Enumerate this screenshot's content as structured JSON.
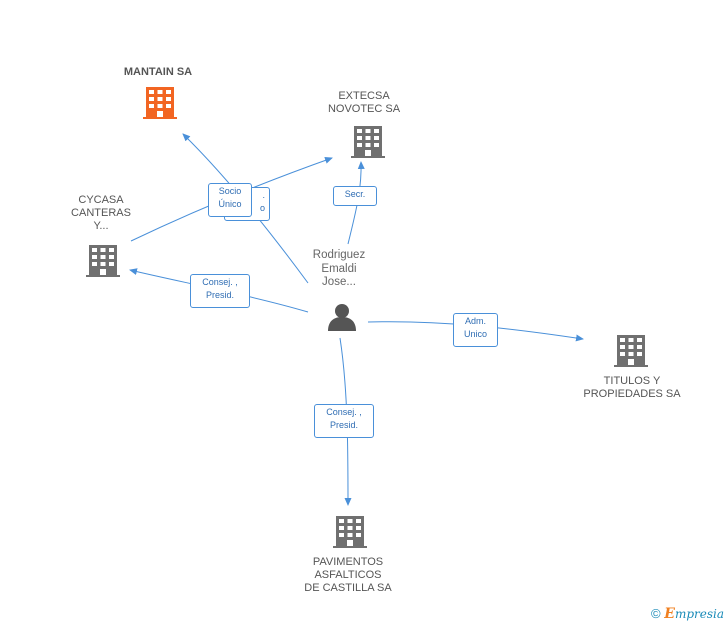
{
  "colors": {
    "edge": "#4a90d9",
    "company": "#707070",
    "focus_company": "#f26522",
    "person": "#555555"
  },
  "nodes": {
    "mantain": {
      "label": "MANTAIN SA",
      "icon": "building-icon"
    },
    "extecsa": {
      "label_lines": [
        "EXTECSA",
        "NOVOTEC SA"
      ],
      "icon": "building-icon"
    },
    "cycasa": {
      "label_lines": [
        "CYCASA",
        "CANTERAS",
        "Y..."
      ],
      "icon": "building-icon"
    },
    "person": {
      "label_lines": [
        "Rodriguez",
        "Emaldi",
        "Jose..."
      ],
      "icon": "person-icon"
    },
    "titulos": {
      "label_lines": [
        "TITULOS Y",
        "PROPIEDADES SA"
      ],
      "icon": "building-icon"
    },
    "pavimentos": {
      "label_lines": [
        "PAVIMENTOS",
        "ASFALTICOS",
        "DE CASTILLA SA"
      ],
      "icon": "building-icon"
    }
  },
  "edges": {
    "socio_unico": [
      "Socio",
      "Único"
    ],
    "hidden_back": [
      ".",
      "o"
    ],
    "secr": [
      "Secr."
    ],
    "consej_cycasa": [
      "Consej. ,",
      "Presid."
    ],
    "adm_unico": [
      "Adm.",
      "Unico"
    ],
    "consej_pavimentos": [
      "Consej. ,",
      "Presid."
    ]
  },
  "footer": {
    "copyright": "©",
    "brand_first": "E",
    "brand_rest": "mpresia"
  }
}
